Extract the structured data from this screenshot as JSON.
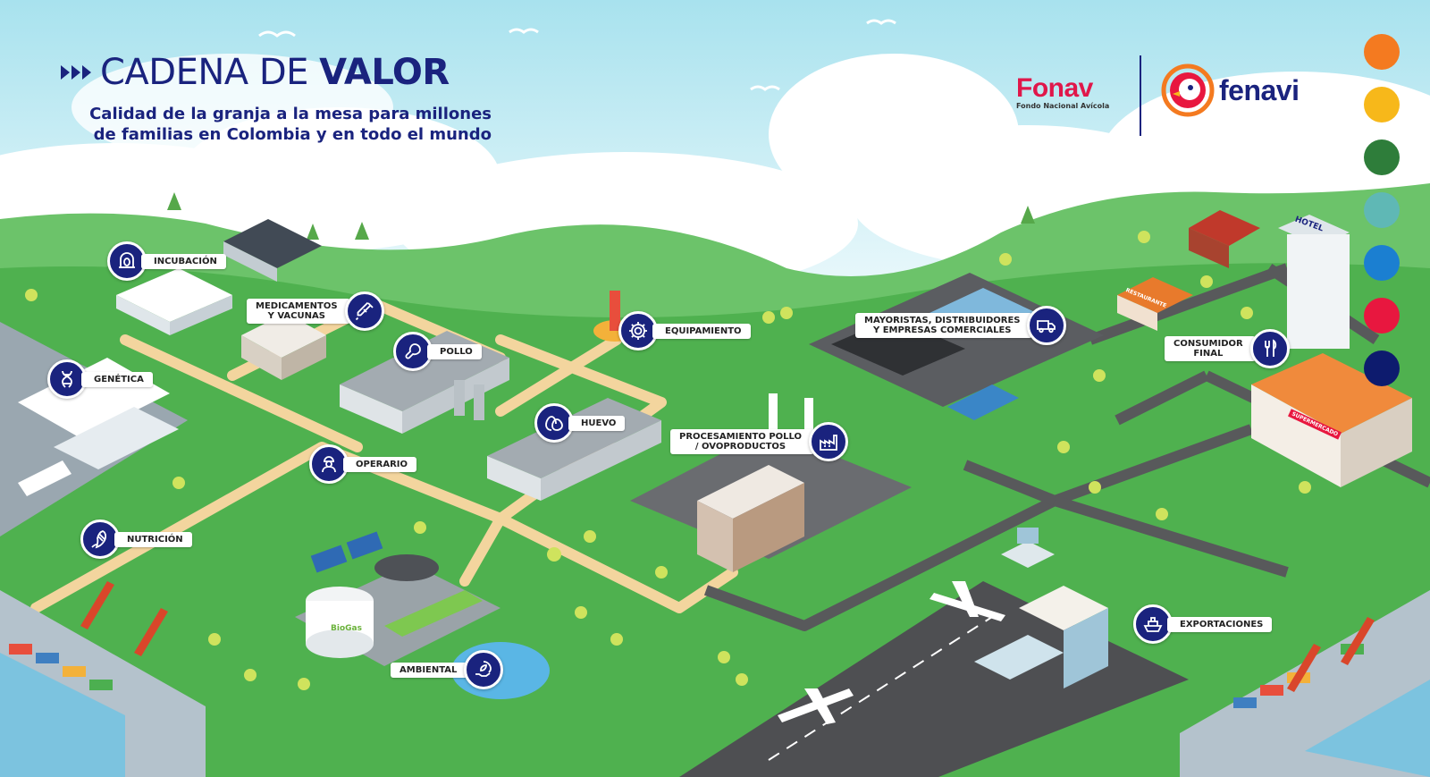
{
  "header": {
    "title_light": "CADENA DE ",
    "title_bold": "VALOR",
    "subtitle_line1": "Calidad de la granja a la mesa para millones",
    "subtitle_line2": "de familias en Colombia y en todo el mundo"
  },
  "logos": {
    "fonav_name": "Fonav",
    "fonav_sub": "Fondo Nacional Avícola",
    "fenavi_name": "fenavi"
  },
  "color_dots": [
    "#f47a20",
    "#f7b81a",
    "#2e7d3a",
    "#5fb8b5",
    "#1b7fd1",
    "#e8173f",
    "#0d1b6e"
  ],
  "map_signs": {
    "biogas": "BioGas",
    "hotel": "HOTEL",
    "restaurant": "RESTAURANTE",
    "supermarket": "SUPERMERCADO"
  },
  "nodes": [
    {
      "id": "incubacion",
      "label": "INCUBACIÓN",
      "icon": "incubator-icon"
    },
    {
      "id": "medicamentos",
      "label": "MEDICAMENTOS\nY VACUNAS",
      "icon": "syringe-icon"
    },
    {
      "id": "genetica",
      "label": "GENÉTICA",
      "icon": "dna-icon"
    },
    {
      "id": "pollo",
      "label": "POLLO",
      "icon": "drumstick-icon"
    },
    {
      "id": "equipamiento",
      "label": "EQUIPAMIENTO",
      "icon": "gear-icon"
    },
    {
      "id": "mayoristas",
      "label": "MAYORISTAS, DISTRIBUIDORES\nY EMPRESAS COMERCIALES",
      "icon": "delivery-truck-icon"
    },
    {
      "id": "consumidor",
      "label": "CONSUMIDOR\nFINAL",
      "icon": "fork-knife-icon"
    },
    {
      "id": "huevo",
      "label": "HUEVO",
      "icon": "egg-icon"
    },
    {
      "id": "procesamiento",
      "label": "PROCESAMIENTO POLLO\n/ OVOPRODUCTOS",
      "icon": "factory-icon"
    },
    {
      "id": "operario",
      "label": "OPERARIO",
      "icon": "worker-icon"
    },
    {
      "id": "nutricion",
      "label": "NUTRICIÓN",
      "icon": "corn-icon"
    },
    {
      "id": "ambiental",
      "label": "AMBIENTAL",
      "icon": "leaf-hand-icon"
    },
    {
      "id": "exportaciones",
      "label": "EXPORTACIONES",
      "icon": "cargo-ship-icon"
    }
  ]
}
